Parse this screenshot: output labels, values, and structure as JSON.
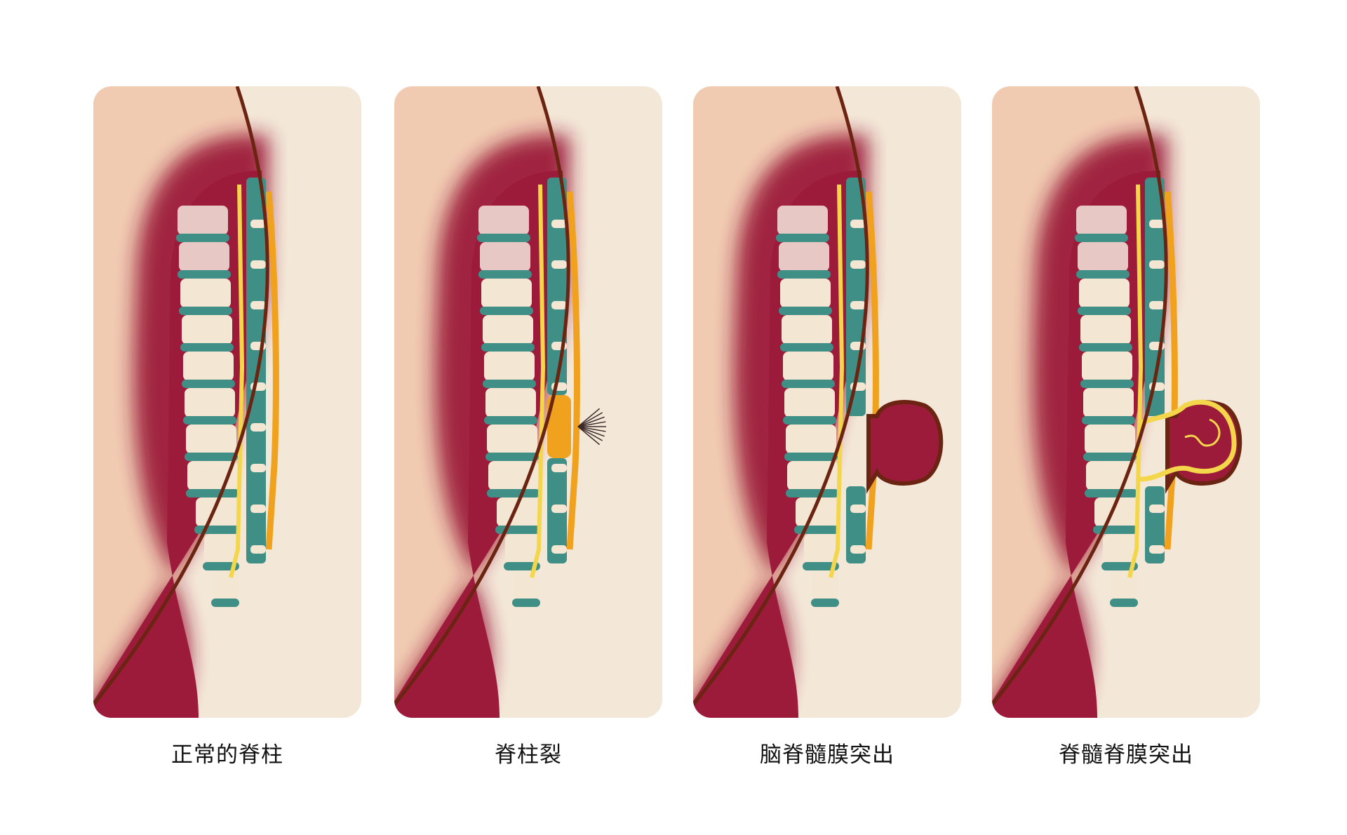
{
  "panels": [
    {
      "label": "正常的脊柱",
      "variant": "normal"
    },
    {
      "label": "脊柱裂",
      "variant": "spina-bifida-occulta"
    },
    {
      "label": "脑脊髓膜突出",
      "variant": "meningocele"
    },
    {
      "label": "脊髓脊膜突出",
      "variant": "myelomeningocele"
    }
  ],
  "colors": {
    "background": "#f3e8d8",
    "skin": "#f0cbb2",
    "muscle": "#9c1b3b",
    "outline": "#6b2412",
    "vertebra": "#f3e6d2",
    "disc": "#3f8f86",
    "cord": "#f4d64a",
    "dura": "#f0a21e"
  }
}
